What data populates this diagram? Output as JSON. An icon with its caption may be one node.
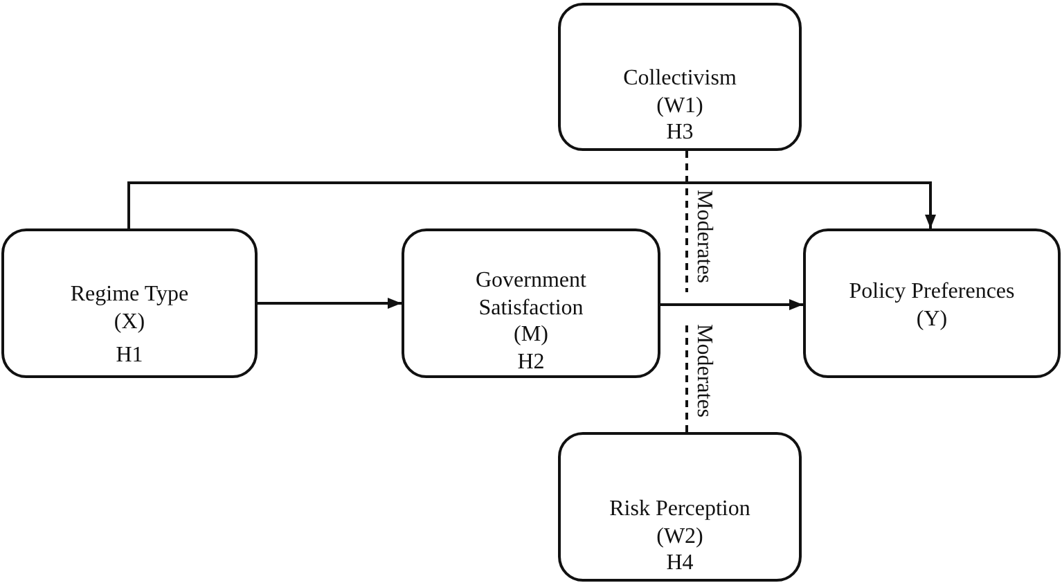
{
  "diagram": {
    "nodes": [
      {
        "text": [
          "Collectivism (W1)",
          "H3"
        ]
      },
      {
        "text": [
          "Regime Type (X)",
          "H1"
        ]
      },
      {
        "text": [
          "Government Satisfaction (M)",
          "H2"
        ]
      },
      {
        "text": [
          "Policy Preferences (Y)"
        ]
      },
      {
        "text": [
          "Risk Perception (W2)",
          "H4"
        ]
      }
    ],
    "edges": [
      {
        "from": 1,
        "to": 2,
        "arrow": "to"
      },
      {
        "from": 2,
        "to": 3,
        "arrow": "to"
      },
      {
        "from": 1,
        "to": 3,
        "arrow": "to"
      },
      {
        "from": 0,
        "to": null,
        "arrow": "none",
        "style": "dashed",
        "label": "Moderates"
      },
      {
        "from": 4,
        "to": null,
        "arrow": "none",
        "style": "dashed",
        "label": "Moderates"
      }
    ]
  }
}
